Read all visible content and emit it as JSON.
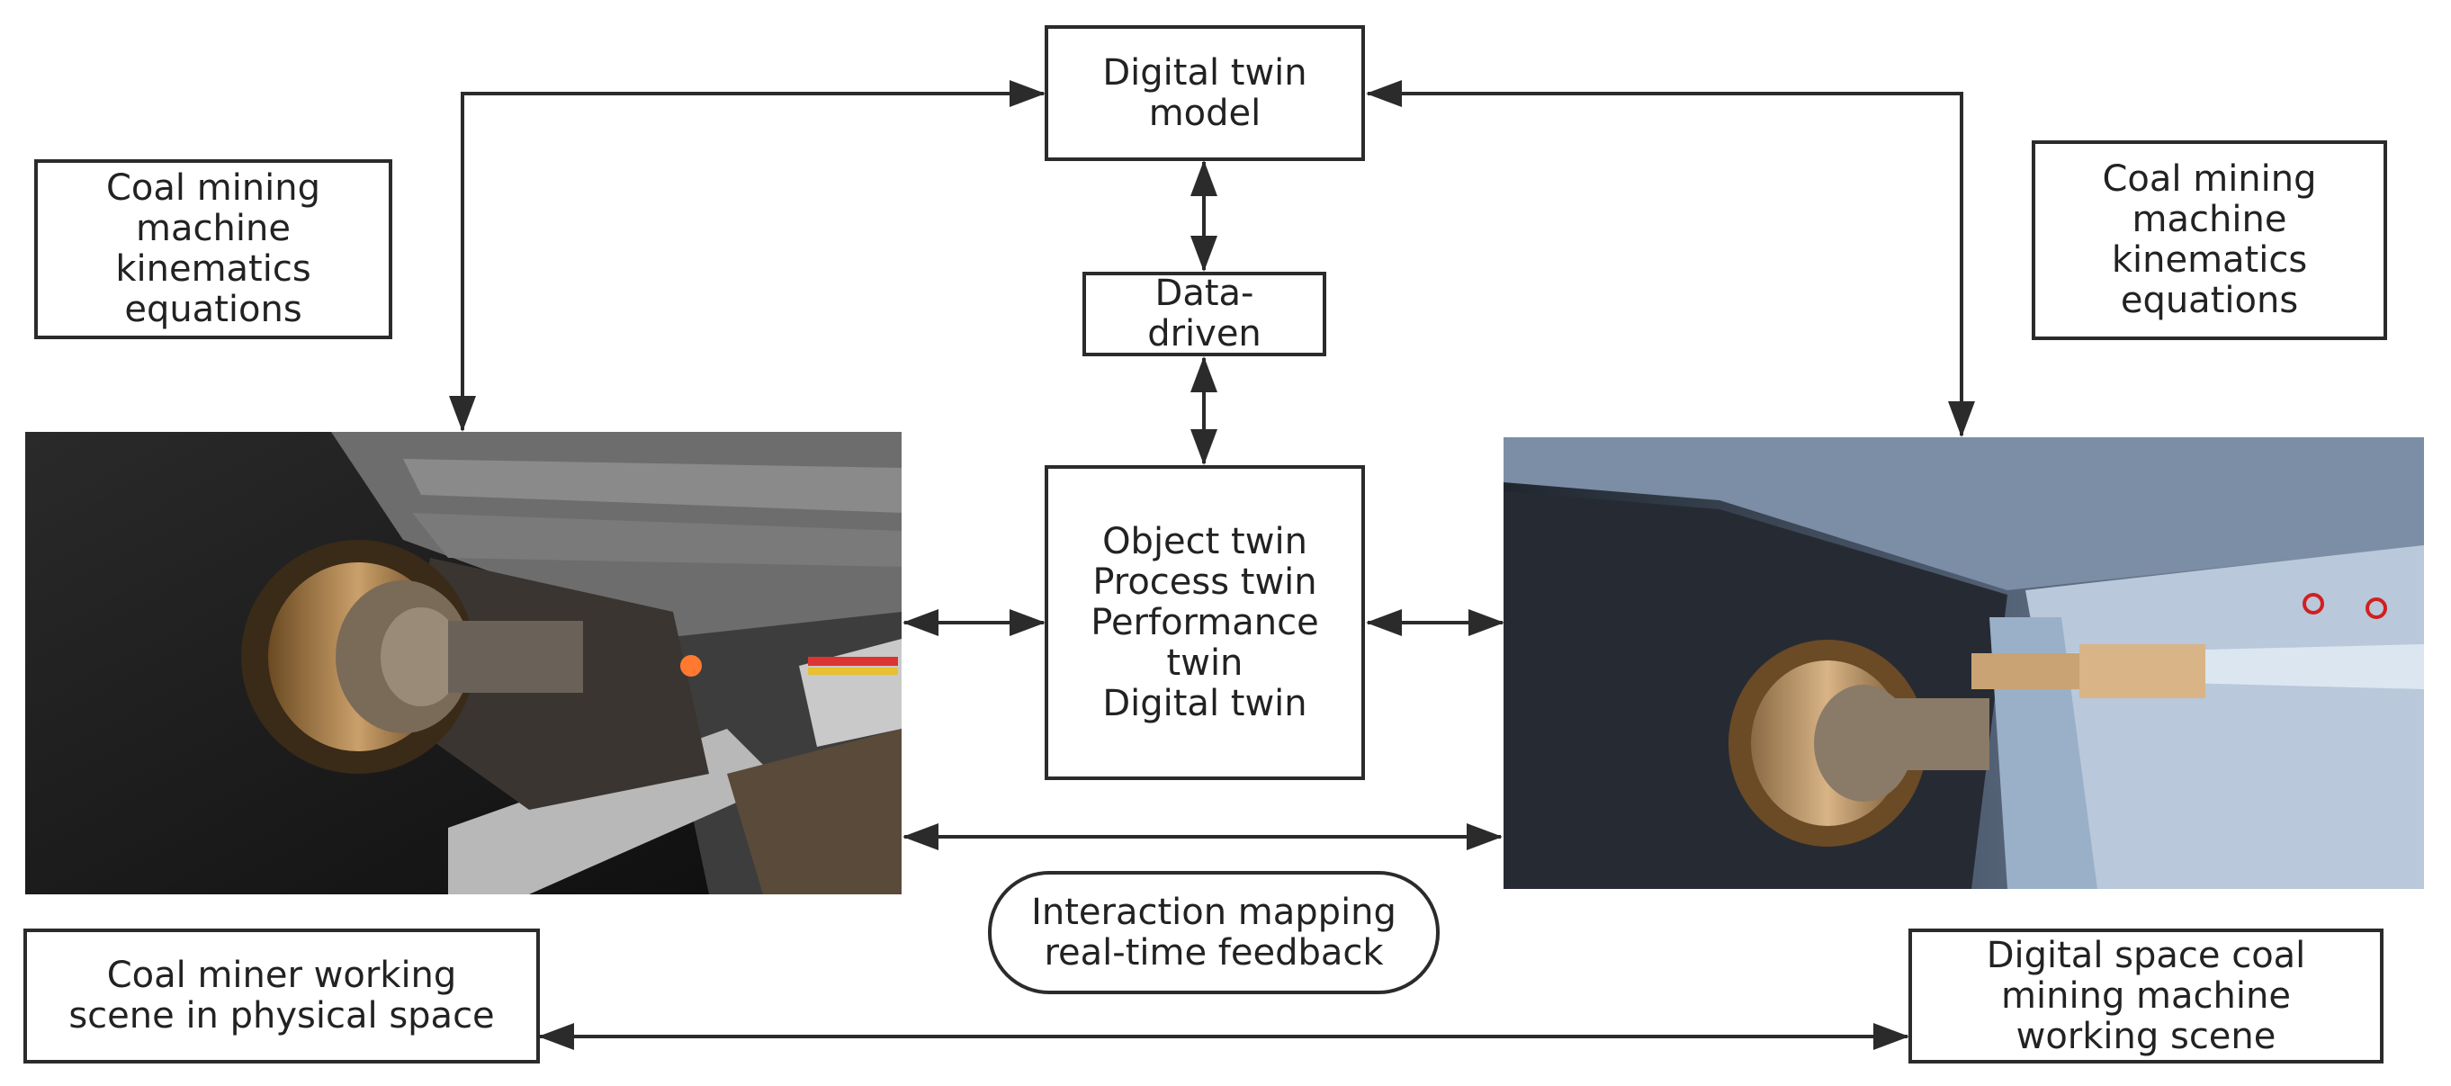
{
  "boxes": {
    "dt_model": "Digital twin\nmodel",
    "data_driven": "Data-\ndriven",
    "twins": "Object twin\nProcess twin\nPerformance\ntwin\nDigital twin",
    "kin_left": "Coal mining\nmachine\nkinematics\nequations",
    "kin_right": "Coal mining\nmachine\nkinematics\nequations",
    "interaction": "Interaction mapping\nreal-time feedback",
    "physical_scene": "Coal miner working\nscene in physical space",
    "digital_scene": "Digital space coal\nmining machine\nworking scene"
  },
  "colors": {
    "stroke": "#2b2b2b",
    "text": "#222222",
    "physical_photo_bg": "#1a1a1a",
    "digital_render_bg": "#3a4656"
  }
}
